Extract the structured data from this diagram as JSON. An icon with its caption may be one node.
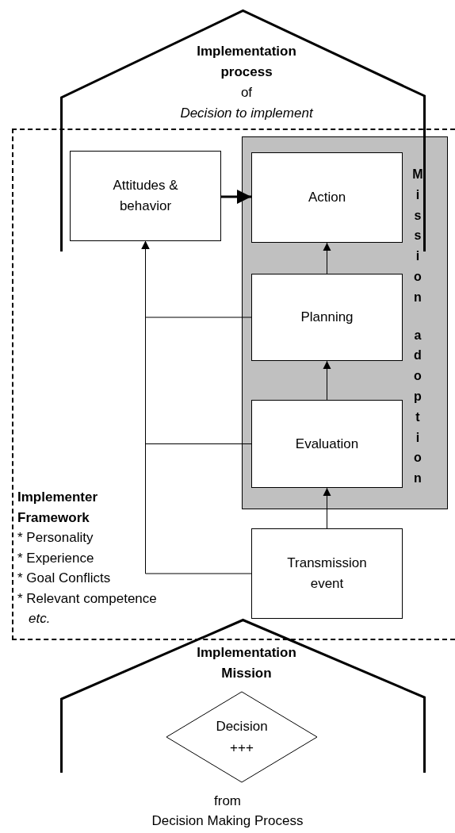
{
  "diagram": {
    "nodes": [
      {
        "text": [
          "Implementation process",
          "of",
          "Decision to implement"
        ]
      },
      {
        "text": [
          "Implementer Framework",
          "* Personality",
          "* Experience",
          "* Goal Conflicts",
          "* Relevant competence",
          "etc."
        ]
      },
      {
        "text": [
          "Attitudes & behavior"
        ],
        "in": 1
      },
      {
        "text": [
          "Mission adoption"
        ],
        "in": 1
      },
      {
        "text": [
          "Action"
        ],
        "in": 3
      },
      {
        "text": [
          "Planning"
        ],
        "in": 3
      },
      {
        "text": [
          "Evaluation"
        ],
        "in": 3
      },
      {
        "text": [
          "Transmission event"
        ],
        "in": 1
      },
      {
        "text": [
          "Implementation Mission"
        ]
      },
      {
        "text": [
          "Decision +++"
        ]
      }
    ],
    "edges": [
      {
        "from": 2,
        "to": 4,
        "arrow": "to",
        "style": "thick"
      },
      {
        "from": 5,
        "to": 4,
        "arrow": "to"
      },
      {
        "from": 6,
        "to": 5,
        "arrow": "to"
      },
      {
        "from": 7,
        "to": 6,
        "arrow": "to"
      },
      {
        "from": 5,
        "to": 2,
        "arrow": "to"
      },
      {
        "from": 6,
        "to": 2,
        "arrow": "to"
      },
      {
        "from": 7,
        "to": 2,
        "arrow": "to"
      }
    ],
    "labels": [
      "from",
      "Decision Making Process"
    ]
  }
}
